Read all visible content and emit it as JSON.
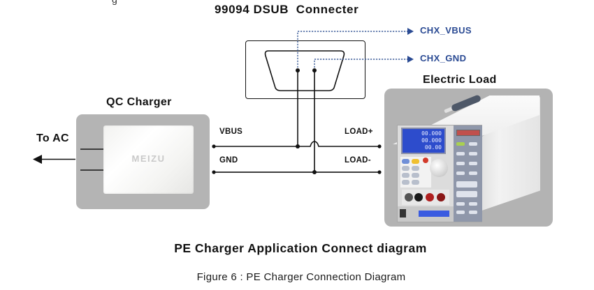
{
  "top_fragment": "g",
  "dsub": {
    "title": "99094 DSUB  Connecter",
    "signals": [
      {
        "label": "CHX_VBUS",
        "line_style": "dashed",
        "arrow": "right-arrow-icon"
      },
      {
        "label": "CHX_GND",
        "line_style": "dashed",
        "arrow": "right-arrow-icon"
      }
    ]
  },
  "charger": {
    "title": "QC Charger",
    "brand_logo": "MEIZU",
    "to_ac_label": "To AC",
    "arrow": "left-arrow-icon"
  },
  "wires": {
    "vbus_label": "VBUS",
    "gnd_label": "GND",
    "load_plus_label": "LOAD+",
    "load_minus_label": "LOAD-"
  },
  "electric_load": {
    "title": "Electric Load",
    "display_lines": [
      "00.000",
      "00.000",
      "00.00"
    ]
  },
  "main_title": "PE Charger Application Connect diagram",
  "caption": "Figure 6 : PE Charger Connection Diagram",
  "colors": {
    "signal_blue": "#2a4a93",
    "dashed_line_blue": "#3f5f9a",
    "wire_black": "#111111",
    "panel_gray": "#b4b4b4"
  }
}
